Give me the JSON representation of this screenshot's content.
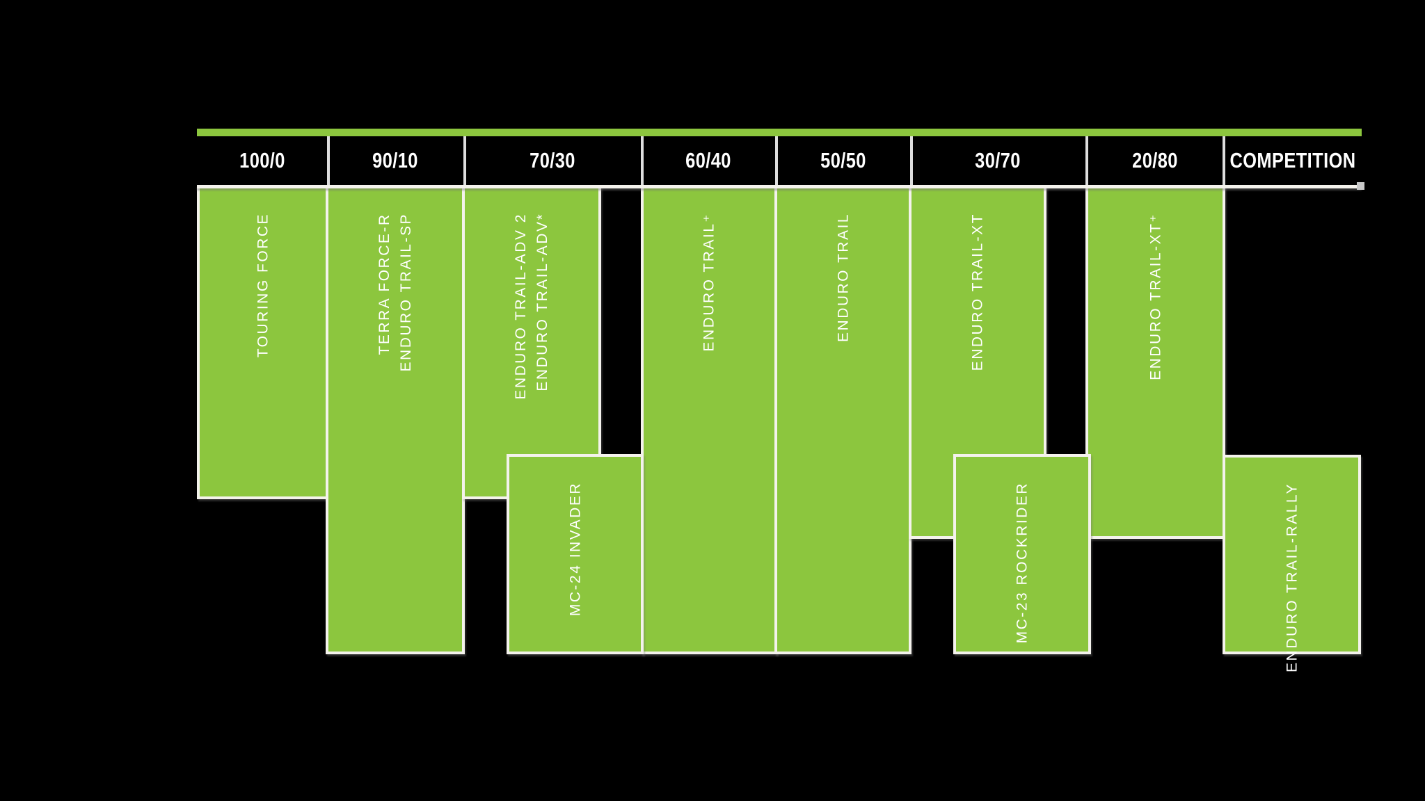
{
  "colors": {
    "background": "#000000",
    "bar_green": "#8CC63E",
    "line_white": "#F4F2EC",
    "header_divider": "#DEDEDE",
    "header_text": "#FFFFFF",
    "bar_label_text": "#FFFFFF"
  },
  "header": {
    "columns": [
      {
        "label": "100/0"
      },
      {
        "label": "90/10"
      },
      {
        "label": "70/30"
      },
      {
        "label": "60/40"
      },
      {
        "label": "50/50"
      },
      {
        "label": "30/70"
      },
      {
        "label": "20/80"
      },
      {
        "label": "COMPETITION"
      }
    ]
  },
  "bars": [
    {
      "id": "touring-force",
      "column": "100/0",
      "lines": [
        "TOURING FORCE"
      ]
    },
    {
      "id": "terra-force-r",
      "column": "90/10",
      "lines": [
        "TERRA FORCE-R",
        "ENDURO TRAIL-SP"
      ]
    },
    {
      "id": "enduro-trail-adv",
      "column": "70/30",
      "lines": [
        "ENDURO TRAIL-ADV 2",
        "ENDURO TRAIL-ADV*"
      ]
    },
    {
      "id": "enduro-trail-plus",
      "column": "60/40",
      "lines": [
        "ENDURO TRAIL⁺"
      ]
    },
    {
      "id": "enduro-trail",
      "column": "50/50",
      "lines": [
        "ENDURO TRAIL"
      ]
    },
    {
      "id": "enduro-trail-xt",
      "column": "30/70",
      "lines": [
        "ENDURO TRAIL-XT"
      ]
    },
    {
      "id": "enduro-trail-xt-plus",
      "column": "20/80",
      "lines": [
        "ENDURO TRAIL-XT⁺"
      ]
    },
    {
      "id": "mc-24-invader",
      "column": "70/30",
      "lines": [
        "MC-24 INVADER"
      ]
    },
    {
      "id": "mc-23-rockrider",
      "column": "30/70",
      "lines": [
        "MC-23 ROCKRIDER"
      ]
    },
    {
      "id": "enduro-trail-rally",
      "column": "COMPETITION",
      "lines": [
        "ENDURO TRAIL-RALLY"
      ]
    }
  ],
  "chart_data": {
    "type": "table",
    "title": "",
    "categories": [
      "100/0",
      "90/10",
      "70/30",
      "60/40",
      "50/50",
      "30/70",
      "20/80",
      "COMPETITION"
    ],
    "series": [
      {
        "name": "TOURING FORCE",
        "category": "100/0",
        "start_frac": 0.0,
        "end_frac": 0.67
      },
      {
        "name": "TERRA FORCE-R / ENDURO TRAIL-SP",
        "category": "90/10",
        "start_frac": 0.0,
        "end_frac": 1.0
      },
      {
        "name": "ENDURO TRAIL-ADV 2 / ENDURO TRAIL-ADV*",
        "category": "70/30",
        "start_frac": 0.0,
        "end_frac": 0.67
      },
      {
        "name": "MC-24 INVADER",
        "category": "70/30",
        "start_frac": 0.57,
        "end_frac": 1.0
      },
      {
        "name": "ENDURO TRAIL⁺",
        "category": "60/40",
        "start_frac": 0.0,
        "end_frac": 1.0
      },
      {
        "name": "ENDURO TRAIL",
        "category": "50/50",
        "start_frac": 0.0,
        "end_frac": 1.0
      },
      {
        "name": "ENDURO TRAIL-XT",
        "category": "30/70",
        "start_frac": 0.0,
        "end_frac": 0.75
      },
      {
        "name": "MC-23 ROCKRIDER",
        "category": "30/70",
        "start_frac": 0.57,
        "end_frac": 1.0
      },
      {
        "name": "ENDURO TRAIL-XT⁺",
        "category": "20/80",
        "start_frac": 0.0,
        "end_frac": 0.75
      },
      {
        "name": "ENDURO TRAIL-RALLY",
        "category": "COMPETITION",
        "start_frac": 0.57,
        "end_frac": 1.0
      }
    ],
    "legend": "none",
    "grid": "off"
  }
}
